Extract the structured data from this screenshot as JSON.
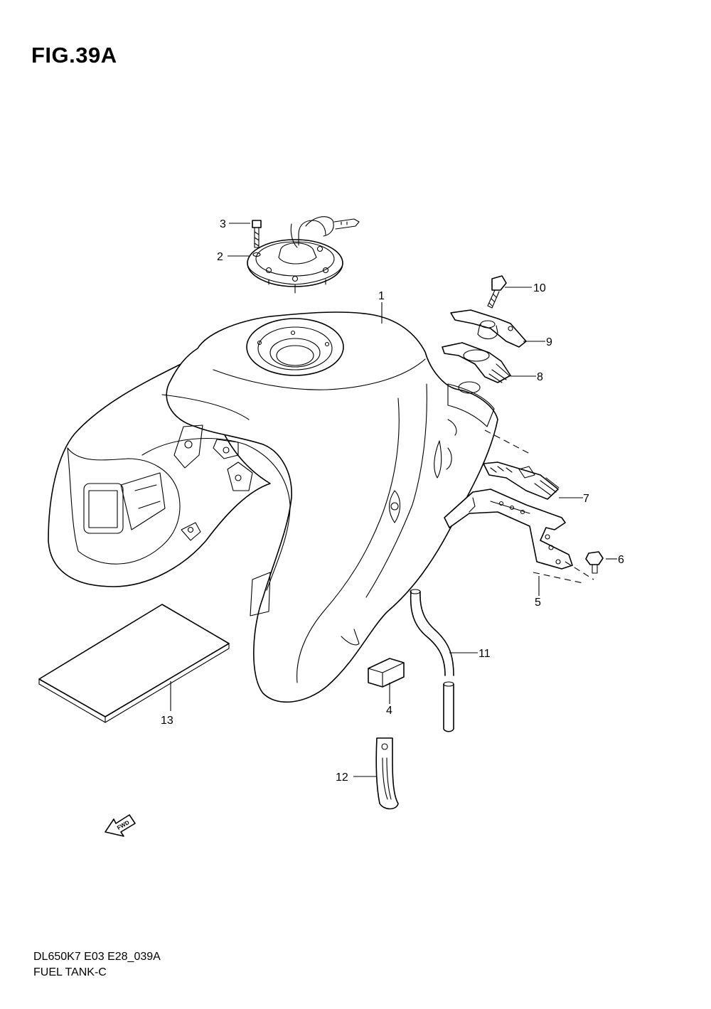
{
  "figure": {
    "title": "FIG.39A"
  },
  "callouts": [
    {
      "id": "1",
      "label": "1"
    },
    {
      "id": "2",
      "label": "2"
    },
    {
      "id": "3",
      "label": "3"
    },
    {
      "id": "4",
      "label": "4"
    },
    {
      "id": "5",
      "label": "5"
    },
    {
      "id": "6",
      "label": "6"
    },
    {
      "id": "7",
      "label": "7"
    },
    {
      "id": "8",
      "label": "8"
    },
    {
      "id": "9",
      "label": "9"
    },
    {
      "id": "10",
      "label": "10"
    },
    {
      "id": "11",
      "label": "11"
    },
    {
      "id": "12",
      "label": "12"
    },
    {
      "id": "13",
      "label": "13"
    }
  ],
  "fwd_arrow": {
    "label": "FWD"
  },
  "footer": {
    "code": "DL650K7 E03 E28_039A",
    "caption": "FUEL TANK-C"
  }
}
